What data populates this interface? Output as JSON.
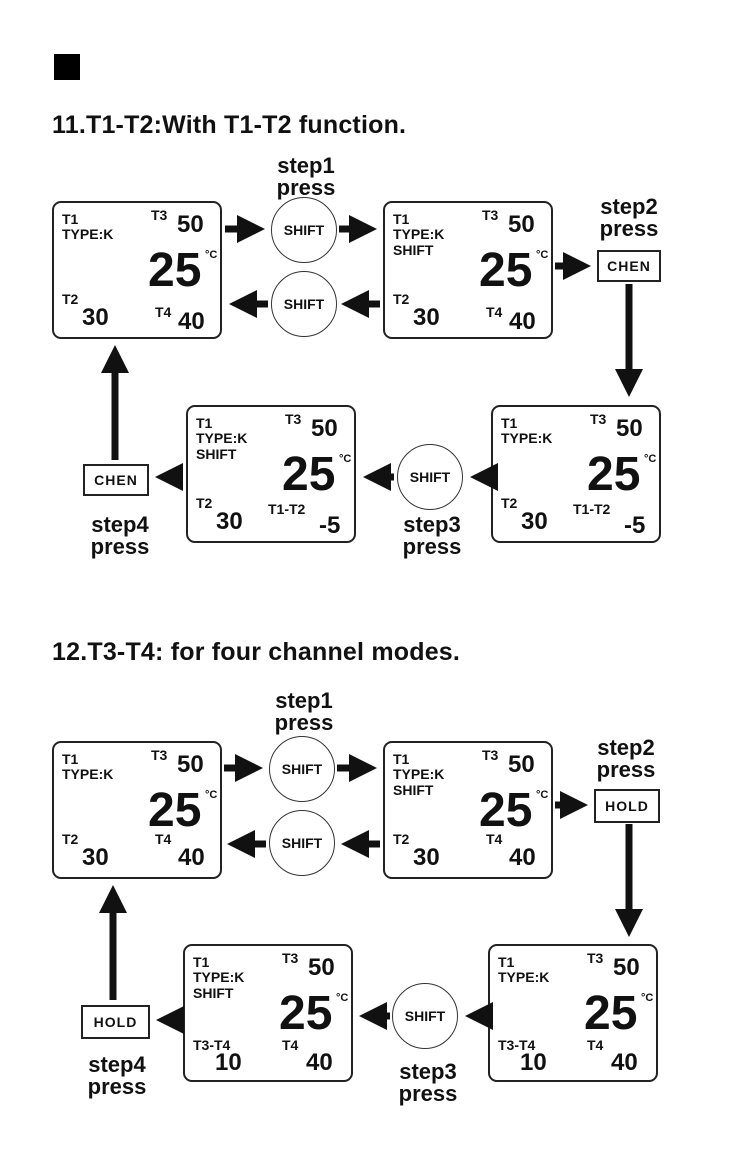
{
  "section1": {
    "heading": "11.T1-T2:With T1-T2 function.",
    "lcd1": {
      "t1": "T1",
      "type": "TYPE:K",
      "t3": "T3",
      "v3": "50",
      "main": "25",
      "unit": "°C",
      "t2": "T2",
      "v2": "30",
      "t4": "T4",
      "v4": "40"
    },
    "lcd2": {
      "t1": "T1",
      "type": "TYPE:K",
      "shift": "SHIFT",
      "t3": "T3",
      "v3": "50",
      "main": "25",
      "unit": "°C",
      "t2": "T2",
      "v2": "30",
      "t4": "T4",
      "v4": "40"
    },
    "lcd3": {
      "t1": "T1",
      "type": "TYPE:K",
      "t3": "T3",
      "v3": "50",
      "main": "25",
      "unit": "°C",
      "t2": "T2",
      "v2": "30",
      "t4": "T1-T2",
      "v4": "-5"
    },
    "lcd4": {
      "t1": "T1",
      "type": "TYPE:K",
      "shift": "SHIFT",
      "t3": "T3",
      "v3": "50",
      "main": "25",
      "unit": "°C",
      "t2": "T2",
      "v2": "30",
      "t4": "T1-T2",
      "v4": "-5"
    },
    "step1": {
      "line1": "step1",
      "line2": "press"
    },
    "step2": {
      "line1": "step2",
      "line2": "press"
    },
    "step3": {
      "line1": "step3",
      "line2": "press"
    },
    "step4": {
      "line1": "step4",
      "line2": "press"
    },
    "shift_label": "SHIFT",
    "key_label": "CHEN"
  },
  "section2": {
    "heading": "12.T3-T4: for four channel modes.",
    "lcd1": {
      "t1": "T1",
      "type": "TYPE:K",
      "t3": "T3",
      "v3": "50",
      "main": "25",
      "unit": "°C",
      "t2": "T2",
      "v2": "30",
      "t4": "T4",
      "v4": "40"
    },
    "lcd2": {
      "t1": "T1",
      "type": "TYPE:K",
      "shift": "SHIFT",
      "t3": "T3",
      "v3": "50",
      "main": "25",
      "unit": "°C",
      "t2": "T2",
      "v2": "30",
      "t4": "T4",
      "v4": "40"
    },
    "lcd3": {
      "t1": "T1",
      "type": "TYPE:K",
      "t3": "T3",
      "v3": "50",
      "main": "25",
      "unit": "°C",
      "t2": "T3-T4",
      "v2": "10",
      "t4": "T4",
      "v4": "40"
    },
    "lcd4": {
      "t1": "T1",
      "type": "TYPE:K",
      "shift": "SHIFT",
      "t3": "T3",
      "v3": "50",
      "main": "25",
      "unit": "°C",
      "t2": "T3-T4",
      "v2": "10",
      "t4": "T4",
      "v4": "40"
    },
    "step1": {
      "line1": "step1",
      "line2": "press"
    },
    "step2": {
      "line1": "step2",
      "line2": "press"
    },
    "step3": {
      "line1": "step3",
      "line2": "press"
    },
    "step4": {
      "line1": "step4",
      "line2": "press"
    },
    "shift_label": "SHIFT",
    "key_label": "HOLD"
  }
}
